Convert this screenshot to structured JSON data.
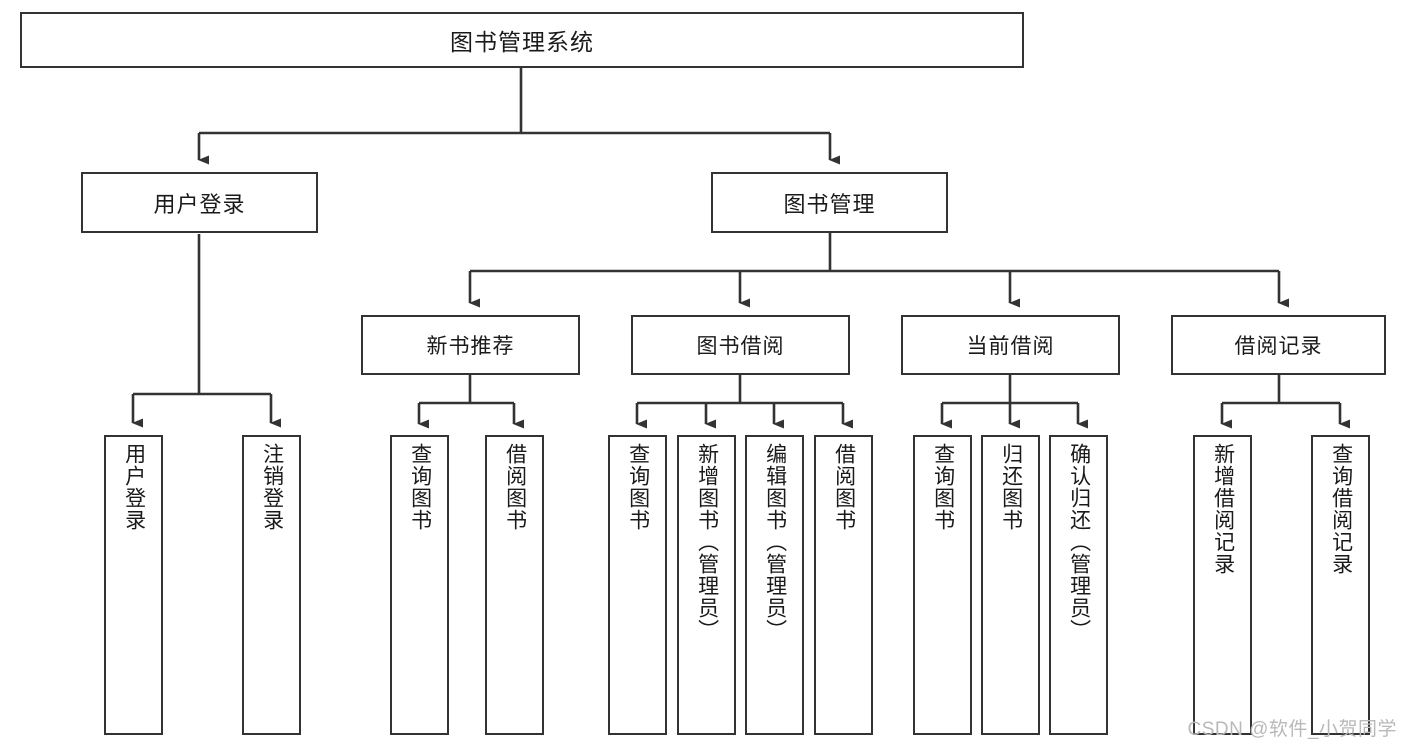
{
  "diagram": {
    "title": "图书管理系统",
    "type": "tree",
    "watermark": "CSDN @软件_小贺同学",
    "root": {
      "label": "图书管理系统"
    },
    "level1": [
      {
        "label": "用户登录"
      },
      {
        "label": "图书管理"
      }
    ],
    "level2": [
      {
        "label": "新书推荐"
      },
      {
        "label": "图书借阅"
      },
      {
        "label": "当前借阅"
      },
      {
        "label": "借阅记录"
      }
    ],
    "leaves": {
      "user_login": [
        {
          "label": "用户登录"
        },
        {
          "label": "注销登录"
        }
      ],
      "new_book": [
        {
          "label": "查询图书"
        },
        {
          "label": "借阅图书"
        }
      ],
      "book_borrow": [
        {
          "label": "查询图书"
        },
        {
          "label": "新增图书（管理员）"
        },
        {
          "label": "编辑图书（管理员）"
        },
        {
          "label": "借阅图书"
        }
      ],
      "current_borrow": [
        {
          "label": "查询图书"
        },
        {
          "label": "归还图书"
        },
        {
          "label": "确认归还（管理员）"
        }
      ],
      "borrow_record": [
        {
          "label": "新增借阅记录"
        },
        {
          "label": "查询借阅记录"
        }
      ]
    },
    "colors": {
      "stroke": "#333333",
      "fill": "#ffffff",
      "text": "#1a1a1a",
      "watermark": "#b9b9b9"
    }
  }
}
